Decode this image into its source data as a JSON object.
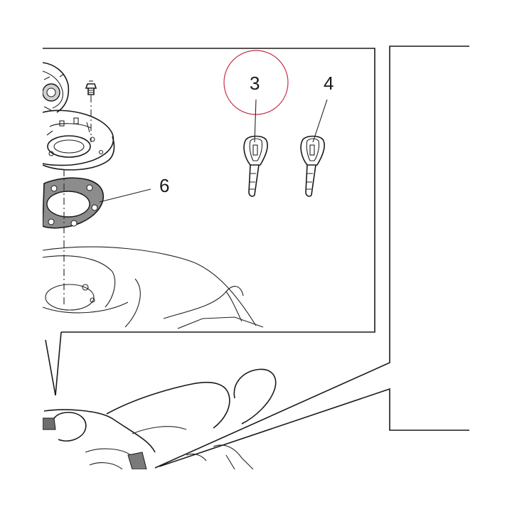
{
  "callouts": {
    "item_3": "3",
    "item_4": "4",
    "item_6": "6"
  },
  "colors": {
    "line": "#1a1a1a",
    "highlight_circle": "#c62f45",
    "gasket_fill": "#8c8c8c",
    "background": "#ffffff"
  }
}
